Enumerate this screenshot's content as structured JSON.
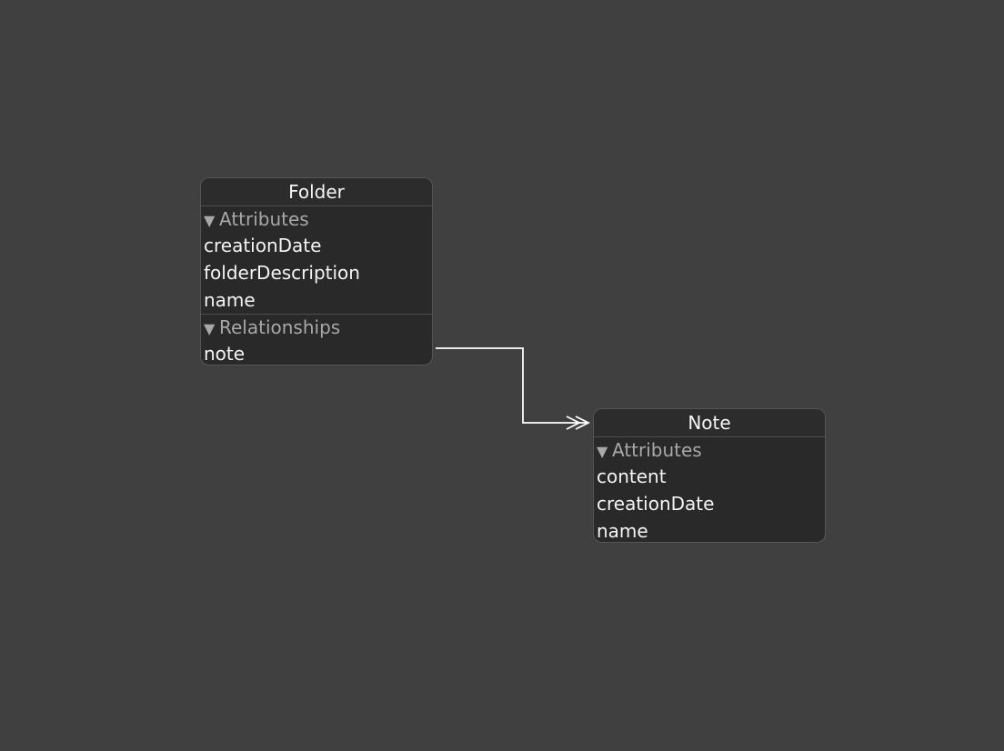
{
  "entities": {
    "folder": {
      "name": "Folder",
      "attributes_header": "Attributes",
      "attributes": [
        "creationDate",
        "folderDescription",
        "name"
      ],
      "relationships_header": "Relationships",
      "relationships": [
        "note"
      ]
    },
    "note": {
      "name": "Note",
      "attributes_header": "Attributes",
      "attributes": [
        "content",
        "creationDate",
        "name"
      ]
    }
  },
  "icons": {
    "disclosure": "disclosure-triangle-icon",
    "relationship_end": "to-many-double-arrow-icon"
  },
  "colors": {
    "canvas_background": "#404040",
    "entity_background": "#292929",
    "entity_border": "#555555",
    "text_primary": "#f4f4f4",
    "text_secondary": "#a8a8a8",
    "connector": "#ffffff"
  }
}
